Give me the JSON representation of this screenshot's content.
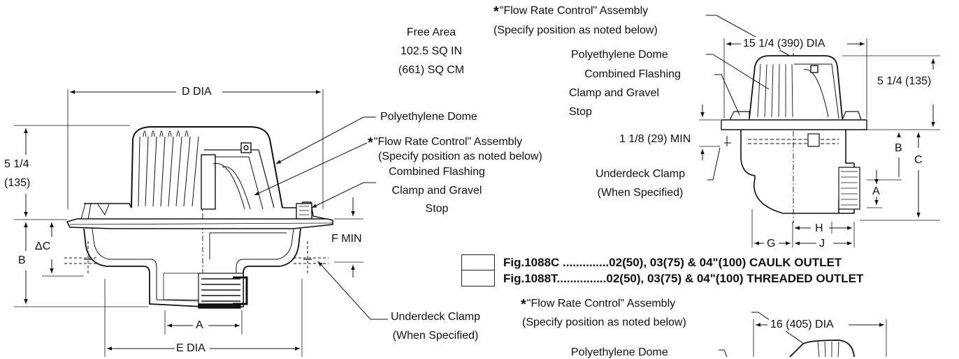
{
  "left": {
    "d_dia": "D DIA",
    "e_dia": "E DIA",
    "dim_a": "A",
    "dim_b": "B",
    "dim_c": "ΔC",
    "dome_height_in": "5 1/4",
    "dome_height_mm": "(135)",
    "f_min": "F MIN",
    "free_area": [
      "Free Area",
      "102.5 SQ IN",
      "(661) SQ CM"
    ],
    "dome_label": "Polyethylene Dome",
    "flow_label": "\"Flow Rate Control\" Assembly",
    "flow_note": "(Specify position as noted below)",
    "flashing_label": [
      "Combined Flashing",
      "Clamp and Gravel",
      "Stop"
    ],
    "underdeck_label": [
      "Underdeck Clamp",
      "(When Specified)"
    ]
  },
  "right_top": {
    "flow_label": "\"Flow Rate Control\" Assembly",
    "flow_note": "(Specify position as noted below)",
    "dia": "15 1/4 (390) DIA",
    "dome_label": "Polyethylene Dome",
    "flashing_label": [
      "Combined Flashing",
      "Clamp and Gravel",
      "Stop"
    ],
    "height": "5 1/4 (135)",
    "min": "1 1/8 (29) MIN",
    "dim_b": "B",
    "dim_c": "C",
    "dim_a": "A",
    "dim_h": "H",
    "dim_g": "G",
    "dim_j": "J",
    "underdeck_label": [
      "Underdeck Clamp",
      "(When Specified)"
    ]
  },
  "legend": [
    {
      "fig": "Fig.1088C ..............",
      "desc": "02(50), 03(75) & 04\"(100) CAULK OUTLET"
    },
    {
      "fig": "Fig.1088T...............",
      "desc": "02(50), 03(75) & 04\"(100) THREADED OUTLET"
    }
  ],
  "right_bottom": {
    "flow_label": "\"Flow Rate Control\" Assembly",
    "flow_note": "(Specify position as noted below)",
    "dia": "16 (405) DIA",
    "dome_label": "Polyethylene Dome"
  },
  "star": "*"
}
